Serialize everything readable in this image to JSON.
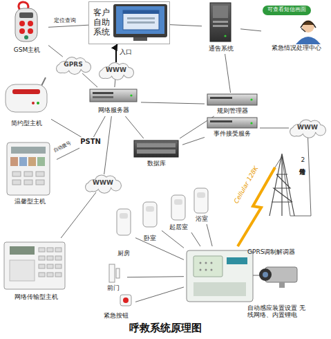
{
  "diagram": {
    "title": "呼救系统原理图",
    "nodes": [
      {
        "text": [
          "GSM主机"
        ]
      },
      {
        "text": [
          "客户自助系统"
        ]
      },
      {
        "text": [
          "通告系统"
        ]
      },
      {
        "text": [
          "可查看短信画面"
        ]
      },
      {
        "text": [
          "紧急情况处理中心"
        ]
      },
      {
        "text": [
          "GPRS"
        ]
      },
      {
        "text": [
          "WWW"
        ]
      },
      {
        "text": [
          "网络服务器"
        ]
      },
      {
        "text": [
          "简约型主机"
        ]
      },
      {
        "text": [
          "规则管理器"
        ]
      },
      {
        "text": [
          "事件接受服务"
        ]
      },
      {
        "text": [
          "WWW"
        ]
      },
      {
        "text": [
          "PSTN"
        ]
      },
      {
        "text": [
          "数据库"
        ]
      },
      {
        "text": [
          "温馨型主机"
        ]
      },
      {
        "text": [
          "WWW"
        ]
      },
      {
        "text": [
          "浴室"
        ]
      },
      {
        "text": [
          "起居室"
        ]
      },
      {
        "text": [
          "卧室"
        ]
      },
      {
        "text": [
          "厨房"
        ]
      },
      {
        "text": [
          "网络传输型主机"
        ]
      },
      {
        "text": [
          "GPRS调制解调器"
        ]
      },
      {
        "text": [
          "前门"
        ]
      },
      {
        "text": [
          "紧急按钮"
        ]
      }
    ],
    "edges": [
      {
        "from": 0,
        "to": 1,
        "label": "定位查询",
        "arrow": "none"
      },
      {
        "from": 0,
        "to": 5,
        "arrow": "none"
      },
      {
        "from": 5,
        "to": 7,
        "arrow": "none"
      },
      {
        "from": 6,
        "to": 1,
        "label": "入口",
        "arrow": "to"
      },
      {
        "from": 6,
        "to": 7,
        "arrow": "none"
      },
      {
        "from": 1,
        "to": 2,
        "arrow": "none"
      },
      {
        "from": 2,
        "to": 4,
        "arrow": "none"
      },
      {
        "from": 2,
        "to": 9,
        "arrow": "none"
      },
      {
        "from": 7,
        "to": 9,
        "arrow": "none"
      },
      {
        "from": 7,
        "to": 13,
        "arrow": "none"
      },
      {
        "from": 9,
        "to": 13,
        "arrow": "none"
      },
      {
        "from": 10,
        "to": 13,
        "arrow": "none"
      },
      {
        "from": 10,
        "to": 11,
        "arrow": "none"
      },
      {
        "from": 8,
        "to": 12,
        "arrow": "none"
      },
      {
        "from": 14,
        "to": 12,
        "label": "自动拨号",
        "arrow": "none"
      },
      {
        "from": 12,
        "to": 7,
        "arrow": "none"
      },
      {
        "from": 20,
        "to": 15,
        "arrow": "none"
      },
      {
        "from": 15,
        "to": 7,
        "arrow": "none"
      },
      {
        "from": 11,
        "to": 21,
        "label": "2分钟传递信号",
        "arrow": "none"
      },
      {
        "from": 16,
        "to": 21,
        "arrow": "none"
      },
      {
        "from": 17,
        "to": 21,
        "arrow": "none"
      },
      {
        "from": 18,
        "to": 21,
        "arrow": "none"
      },
      {
        "from": 19,
        "to": 21,
        "arrow": "none"
      },
      {
        "from": 22,
        "to": 21,
        "arrow": "none"
      },
      {
        "from": 23,
        "to": 21,
        "arrow": "none"
      }
    ],
    "labels": [
      "Cellular 128K",
      "自动感应装置设置 无线网络、内置锂电"
    ]
  }
}
